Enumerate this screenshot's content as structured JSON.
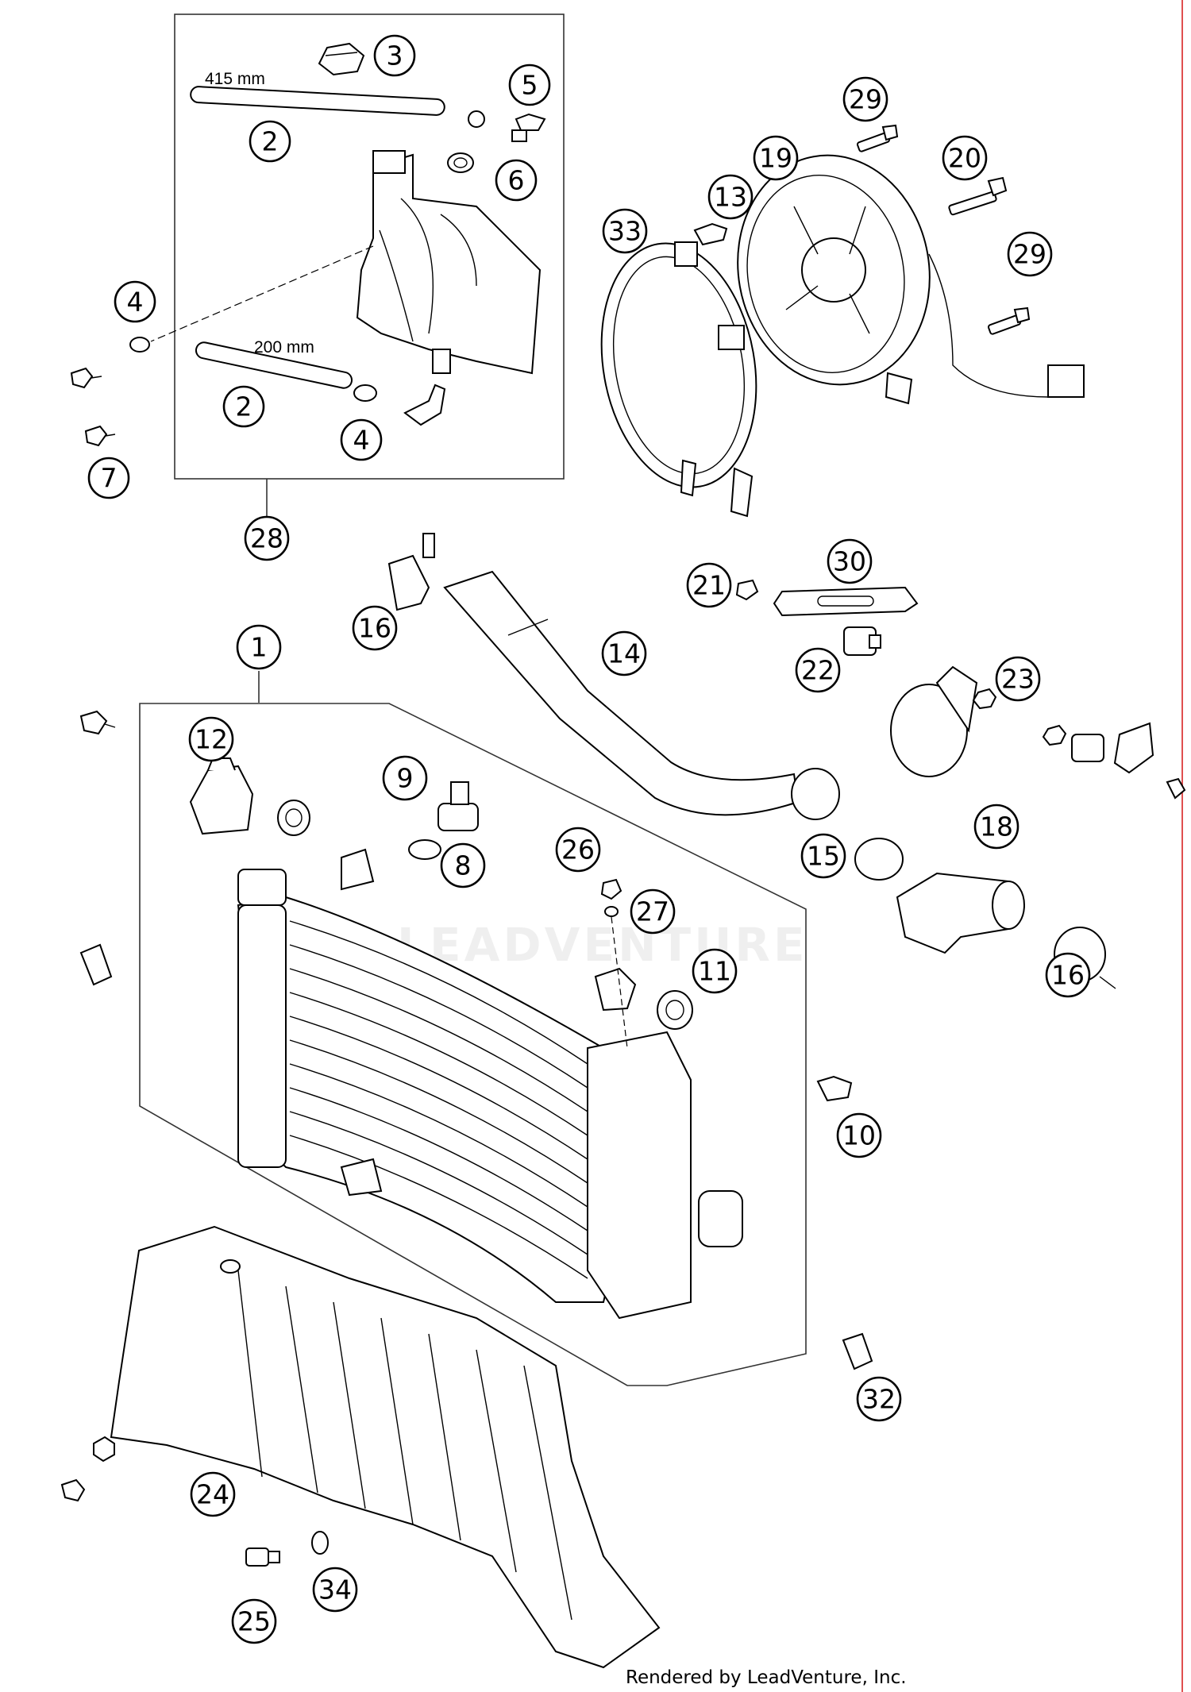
{
  "callouts": [
    {
      "id": "c3",
      "label": "3"
    },
    {
      "id": "c5",
      "label": "5"
    },
    {
      "id": "c2a",
      "label": "2"
    },
    {
      "id": "c6",
      "label": "6"
    },
    {
      "id": "c4a",
      "label": "4"
    },
    {
      "id": "c2b",
      "label": "2"
    },
    {
      "id": "c4b",
      "label": "4"
    },
    {
      "id": "c7",
      "label": "7"
    },
    {
      "id": "c28",
      "label": "28"
    },
    {
      "id": "c29a",
      "label": "29"
    },
    {
      "id": "c19",
      "label": "19"
    },
    {
      "id": "c20",
      "label": "20"
    },
    {
      "id": "c13",
      "label": "13"
    },
    {
      "id": "c33",
      "label": "33"
    },
    {
      "id": "c29b",
      "label": "29"
    },
    {
      "id": "c30",
      "label": "30"
    },
    {
      "id": "c21",
      "label": "21"
    },
    {
      "id": "c16a",
      "label": "16"
    },
    {
      "id": "c14",
      "label": "14"
    },
    {
      "id": "c22",
      "label": "22"
    },
    {
      "id": "c23",
      "label": "23"
    },
    {
      "id": "c1",
      "label": "1"
    },
    {
      "id": "c12",
      "label": "12"
    },
    {
      "id": "c9",
      "label": "9"
    },
    {
      "id": "c8",
      "label": "8"
    },
    {
      "id": "c26",
      "label": "26"
    },
    {
      "id": "c27",
      "label": "27"
    },
    {
      "id": "c11",
      "label": "11"
    },
    {
      "id": "c15",
      "label": "15"
    },
    {
      "id": "c18",
      "label": "18"
    },
    {
      "id": "c16b",
      "label": "16"
    },
    {
      "id": "c10",
      "label": "10"
    },
    {
      "id": "c32",
      "label": "32"
    },
    {
      "id": "c24",
      "label": "24"
    },
    {
      "id": "c34",
      "label": "34"
    },
    {
      "id": "c25",
      "label": "25"
    }
  ],
  "dimensions": {
    "hose_long": "415 mm",
    "hose_short": "200 mm"
  },
  "watermark": "LEADVENTURE",
  "footer": "Rendered by LeadVenture, Inc.",
  "colors": {
    "line": "#000000",
    "background": "#ffffff",
    "border_right": "#e05050"
  }
}
